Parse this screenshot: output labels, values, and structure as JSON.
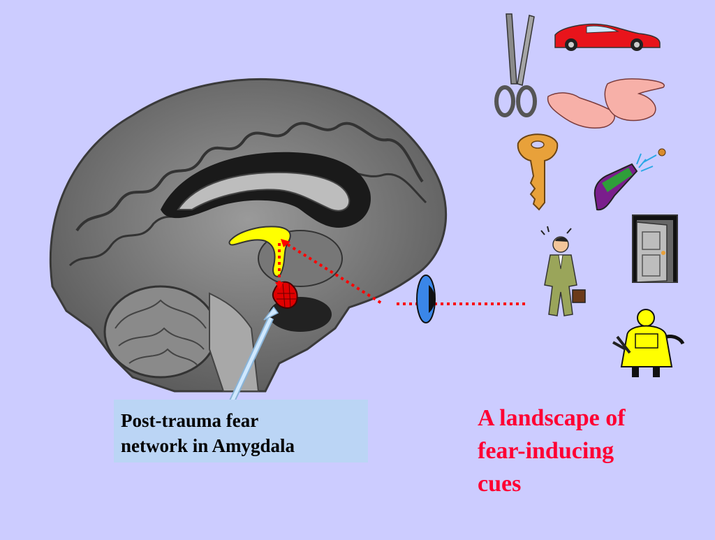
{
  "slide": {
    "background": "#ccccff",
    "caption": {
      "line1": "Post-trauma fear",
      "line2": "network in Amygdala",
      "box_color": "#bbd5f5"
    },
    "cues_text": {
      "line1": "A landscape of",
      "line2": "fear-inducing",
      "line3": "cues",
      "color": "#ff0033"
    },
    "highlight_colors": {
      "hippocampus": "#ffff00",
      "amygdala": "#ff0000",
      "eye": "#3a86e8",
      "arrow": "#bde0ff",
      "dotted_path": "#ff0000"
    },
    "cue_icons": [
      "scissors-icon",
      "red-car-icon",
      "hands-icon",
      "key-icon",
      "champagne-bottle-icon",
      "door-icon",
      "businessman-icon",
      "hazmat-worker-icon"
    ]
  }
}
